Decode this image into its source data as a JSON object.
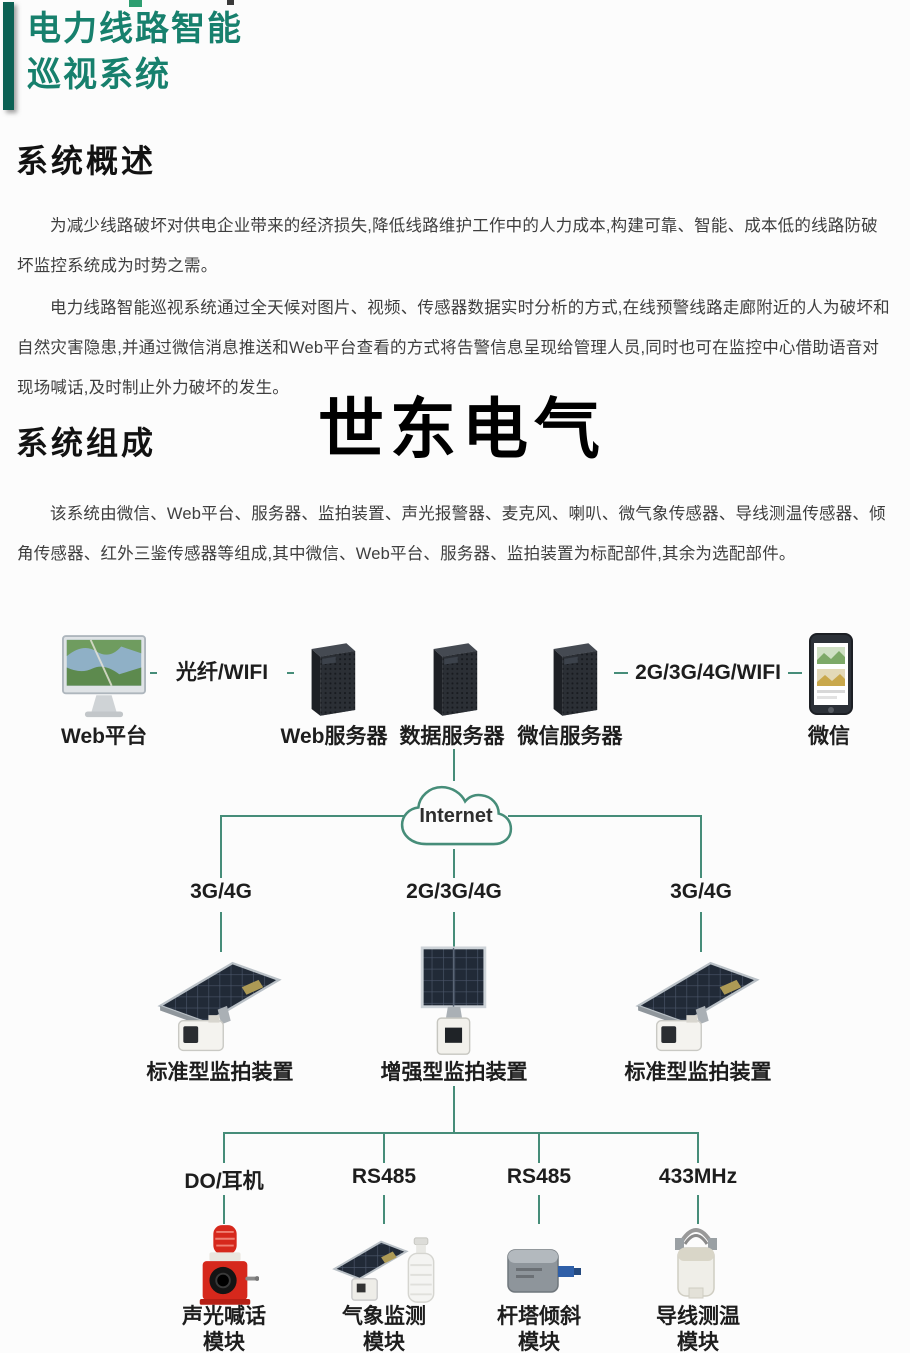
{
  "header": {
    "title_line1": "电力线路智能",
    "title_line2": "巡视系统"
  },
  "overview": {
    "heading": "系统概述",
    "para1": "为减少线路破坏对供电企业带来的经济损失,降低线路维护工作中的人力成本,构建可靠、智能、成本低的线路防破坏监控系统成为时势之需。",
    "para2": "电力线路智能巡视系统通过全天候对图片、视频、传感器数据实时分析的方式,在线预警线路走廊附近的人为破坏和自然灾害隐患,并通过微信消息推送和Web平台查看的方式将告警信息呈现给管理人员,同时也可在监控中心借助语音对现场喊话,及时制止外力破坏的发生。"
  },
  "composition": {
    "heading": "系统组成",
    "watermark": "世东电气",
    "para": "该系统由微信、Web平台、服务器、监拍装置、声光报警器、麦克风、喇叭、微气象传感器、导线测温传感器、倾角传感器、红外三鉴传感器等组成,其中微信、Web平台、服务器、监拍装置为标配部件,其余为选配部件。"
  },
  "diagram": {
    "web_platform_label": "Web平台",
    "link_fiber": "光纤/WIFI",
    "servers": [
      "Web服务器",
      "数据服务器",
      "微信服务器"
    ],
    "link_mobile": "2G/3G/4G/WIFI",
    "wechat_label": "微信",
    "cloud_label": "Internet",
    "uplinks": [
      "3G/4G",
      "2G/3G/4G",
      "3G/4G"
    ],
    "cameras": [
      "标准型监拍装置",
      "增强型监拍装置",
      "标准型监拍装置"
    ],
    "bus_links": [
      "DO/耳机",
      "RS485",
      "RS485",
      "433MHz"
    ],
    "modules": [
      {
        "line1": "声光喊话",
        "line2": "模块"
      },
      {
        "line1": "气象监测",
        "line2": "模块"
      },
      {
        "line1": "杆塔倾斜",
        "line2": "模块"
      },
      {
        "line1": "导线测温",
        "line2": "模块"
      }
    ]
  },
  "icons": {
    "web_platform": "desktop-monitor-with-map",
    "server": "tower-server",
    "wechat": "smartphone-with-photos",
    "cloud": "internet-cloud-outline",
    "camera_standard": "solar-panel-camera-tilted",
    "camera_enhanced": "solar-panel-camera-front",
    "module_alarm": "red-siren-speaker",
    "module_weather": "mini-solar-panel-and-rain-gauge",
    "module_tilt": "tilt-sensor-box",
    "module_temp": "clamp-temperature-sensor"
  },
  "colors": {
    "accent_teal": "#17806d",
    "header_bar": "#0c6154",
    "connector_line": "#468d79",
    "body_text": "#3e3e3e",
    "heading_text": "#121212"
  }
}
